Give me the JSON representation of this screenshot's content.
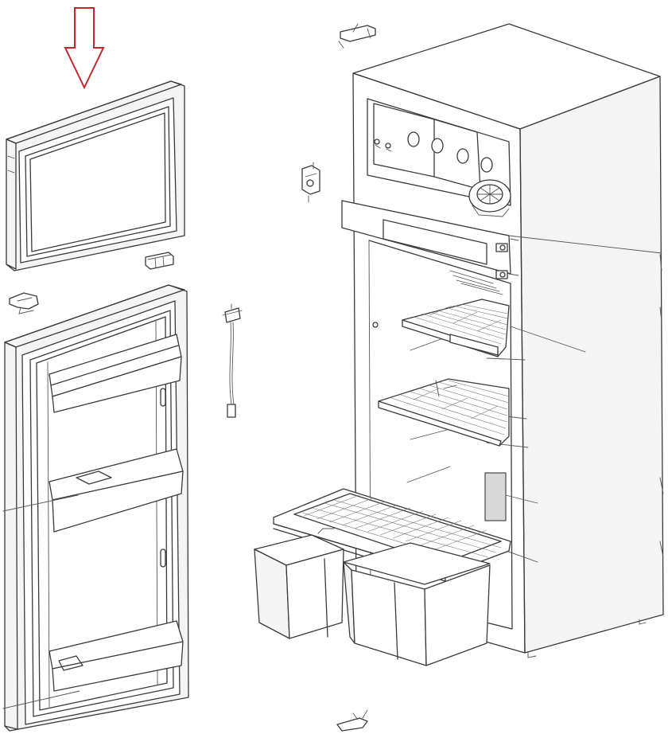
{
  "diagram": {
    "type": "exploded-parts-view",
    "highlight_color": "#c0282d",
    "line_color": "#3a3a3a",
    "parts": [
      {
        "name": "freezer-door",
        "highlighted": true
      },
      {
        "name": "fridge-door",
        "highlighted": false
      },
      {
        "name": "cabinet",
        "highlighted": false
      },
      {
        "name": "wire-shelf",
        "count": 3
      },
      {
        "name": "crisper-drawer",
        "count": 2
      },
      {
        "name": "hinge",
        "count": 3
      },
      {
        "name": "sensor-cable",
        "count": 1
      }
    ]
  }
}
